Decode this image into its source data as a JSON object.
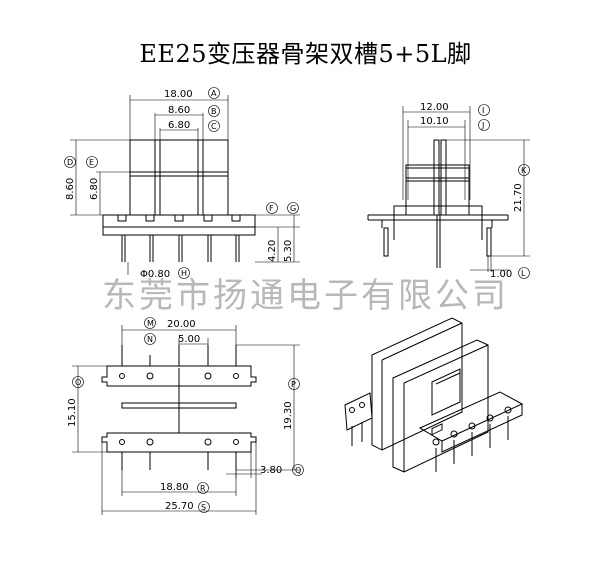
{
  "title": "EE25变压器骨架双槽5+5L脚",
  "watermark": "东莞市扬通电子有限公司",
  "dimensions": {
    "a": "18.00",
    "b": "8.60",
    "c": "6.80",
    "d_side": "8.60",
    "e_side": "6.80",
    "f_side": "4.20",
    "g_side": "5.30",
    "h": "Φ0.80",
    "i": "12.00",
    "j": "10.10",
    "k": "21.70",
    "l": "1.00",
    "m": "20.00",
    "n": "5.00",
    "o": "15.10",
    "p": "19.30",
    "q": "3.80",
    "r": "18.80",
    "s": "25.70"
  },
  "labels": {
    "A": "A",
    "B": "B",
    "C": "C",
    "D": "D",
    "E": "E",
    "F": "F",
    "G": "G",
    "H": "H",
    "I": "I",
    "J": "J",
    "K": "K",
    "L": "L",
    "M": "M",
    "N": "N",
    "O": "O",
    "P": "P",
    "Q": "Q",
    "R": "R",
    "S": "S"
  }
}
